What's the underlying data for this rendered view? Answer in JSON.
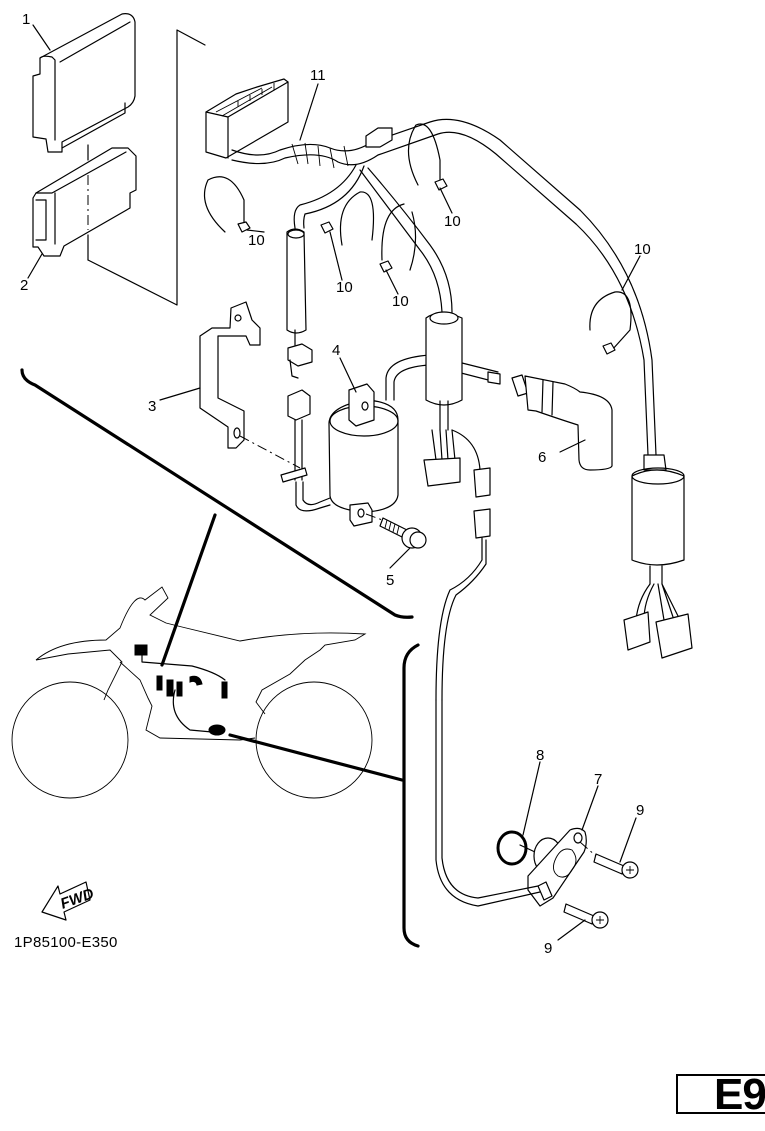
{
  "diagram": {
    "type": "exploded-parts-diagram",
    "subject": "electrical harness and ignition components (motorcycle)",
    "callouts": [
      {
        "ref": "1",
        "part": "control unit (CDI)"
      },
      {
        "ref": "2",
        "part": "CDI holder / bracket"
      },
      {
        "ref": "3",
        "part": "coil mounting bracket"
      },
      {
        "ref": "4",
        "part": "ignition coil"
      },
      {
        "ref": "5",
        "part": "flange bolt"
      },
      {
        "ref": "6",
        "part": "spark plug cap"
      },
      {
        "ref": "7",
        "part": "sensor / cover plate"
      },
      {
        "ref": "8",
        "part": "O-ring"
      },
      {
        "ref": "9",
        "part": "screw"
      },
      {
        "ref": "10",
        "part": "cable tie / band"
      },
      {
        "ref": "11",
        "part": "wire harness"
      }
    ],
    "labels": {
      "l1": "1",
      "l2": "2",
      "l3": "3",
      "l4": "4",
      "l5": "5",
      "l6": "6",
      "l7": "7",
      "l8": "8",
      "l9a": "9",
      "l9b": "9",
      "l10a": "10",
      "l10b": "10",
      "l10c": "10",
      "l10d": "10",
      "l10e": "10",
      "l11": "11"
    },
    "fwd_arrow": "FWD",
    "figure_code": "1P85100-E350",
    "page_badge": "E9"
  }
}
